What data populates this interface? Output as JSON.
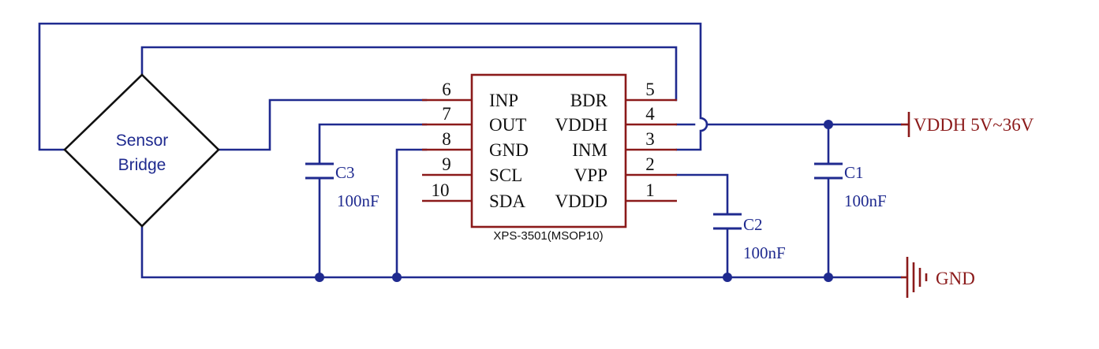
{
  "chip": {
    "part": "XPS-3501(MSOP10)",
    "left_pins": [
      {
        "num": "6",
        "name": "INP"
      },
      {
        "num": "7",
        "name": "OUT"
      },
      {
        "num": "8",
        "name": "GND"
      },
      {
        "num": "9",
        "name": "SCL"
      },
      {
        "num": "10",
        "name": "SDA"
      }
    ],
    "right_pins": [
      {
        "num": "5",
        "name": "BDR"
      },
      {
        "num": "4",
        "name": "VDDH"
      },
      {
        "num": "3",
        "name": "INM"
      },
      {
        "num": "2",
        "name": "VPP"
      },
      {
        "num": "1",
        "name": "VDDD"
      }
    ]
  },
  "bridge": {
    "line1": "Sensor",
    "line2": "Bridge"
  },
  "capacitors": [
    {
      "ref": "C3",
      "value": "100nF"
    },
    {
      "ref": "C2",
      "value": "100nF"
    },
    {
      "ref": "C1",
      "value": "100nF"
    }
  ],
  "power": {
    "vddh": "VDDH 5V~36V",
    "gnd": "GND"
  },
  "colors": {
    "wire": "#1f2a8f",
    "component": "#8b1a1a",
    "text": "#111111"
  }
}
